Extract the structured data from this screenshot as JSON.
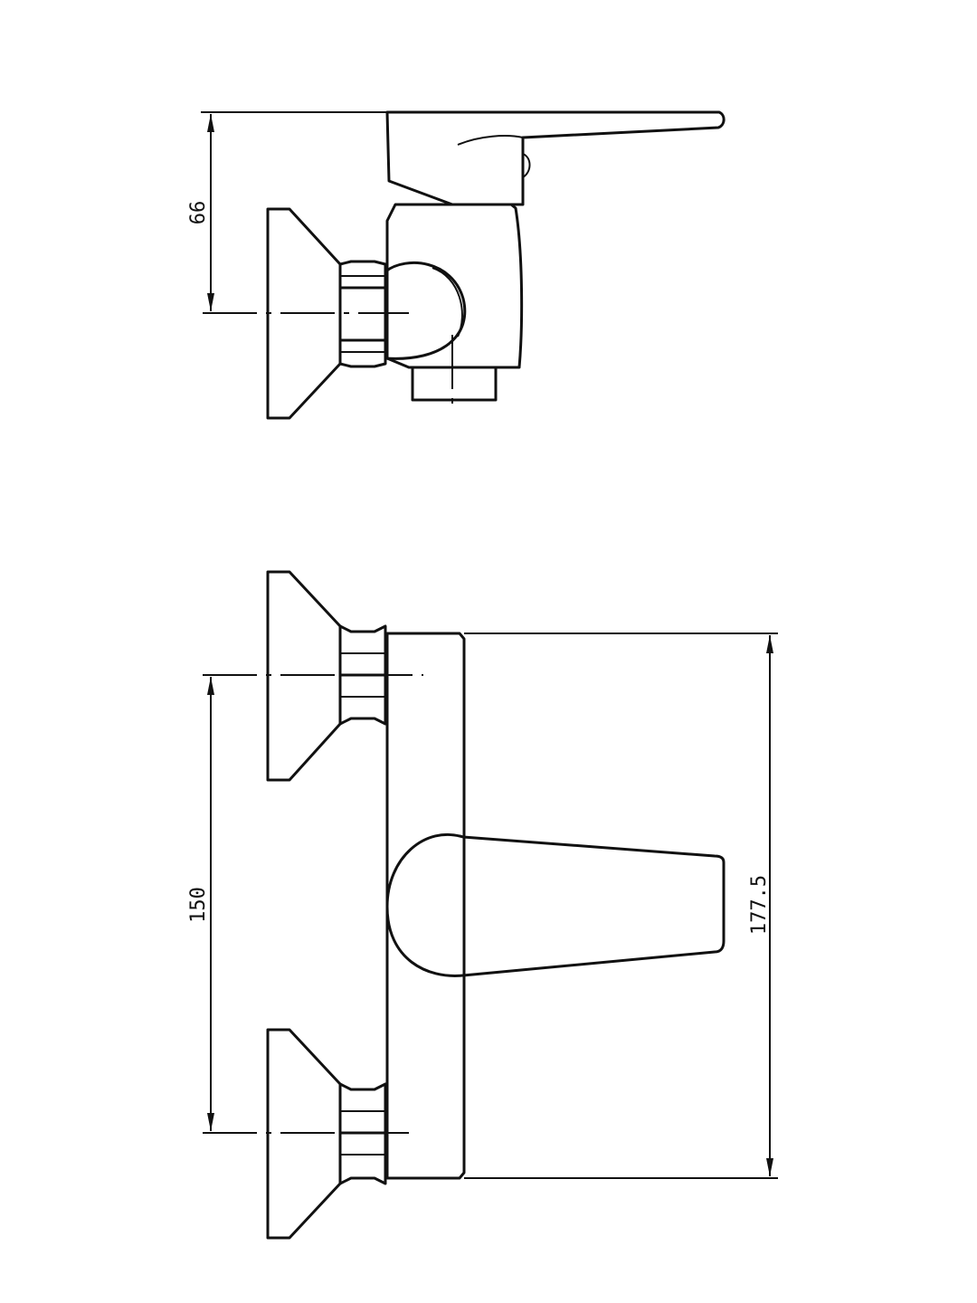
{
  "dimensions": {
    "side_height": "66",
    "inlet_spacing": "150",
    "body_length": "177.5"
  },
  "colors": {
    "line": "#111111",
    "background": "#ffffff"
  }
}
